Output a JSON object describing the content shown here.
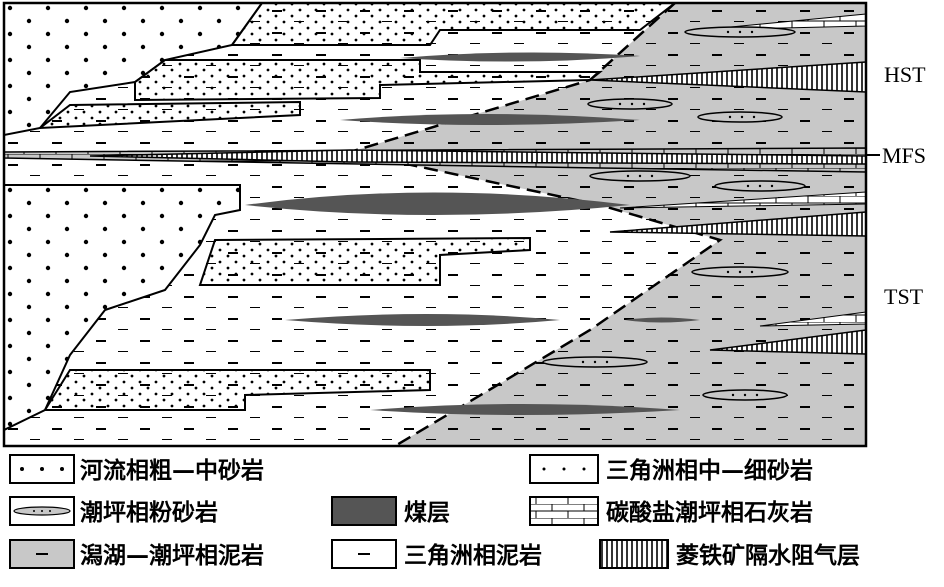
{
  "labels": {
    "hst": "HST",
    "mfs": "MFS",
    "tst": "TST"
  },
  "legend": [
    {
      "key": "river_coarse_sand",
      "text": "河流相粗—中砂岩"
    },
    {
      "key": "delta_fine_sand",
      "text": "三角洲相中—细砂岩"
    },
    {
      "key": "tidal_siltstone",
      "text": "潮坪相粉砂岩"
    },
    {
      "key": "coal",
      "text": "煤层"
    },
    {
      "key": "carbonate_limestone",
      "text": "碳酸盐潮坪相石灰岩"
    },
    {
      "key": "lagoon_mudstone",
      "text": "潟湖—潮坪相泥岩"
    },
    {
      "key": "delta_mudstone",
      "text": "三角洲相泥岩"
    },
    {
      "key": "siderite_barrier",
      "text": "菱铁矿隔水阻气层"
    }
  ],
  "colors": {
    "lagoon_fill": "#c8c8c8",
    "coal_fill": "#555555",
    "line": "#000000"
  }
}
